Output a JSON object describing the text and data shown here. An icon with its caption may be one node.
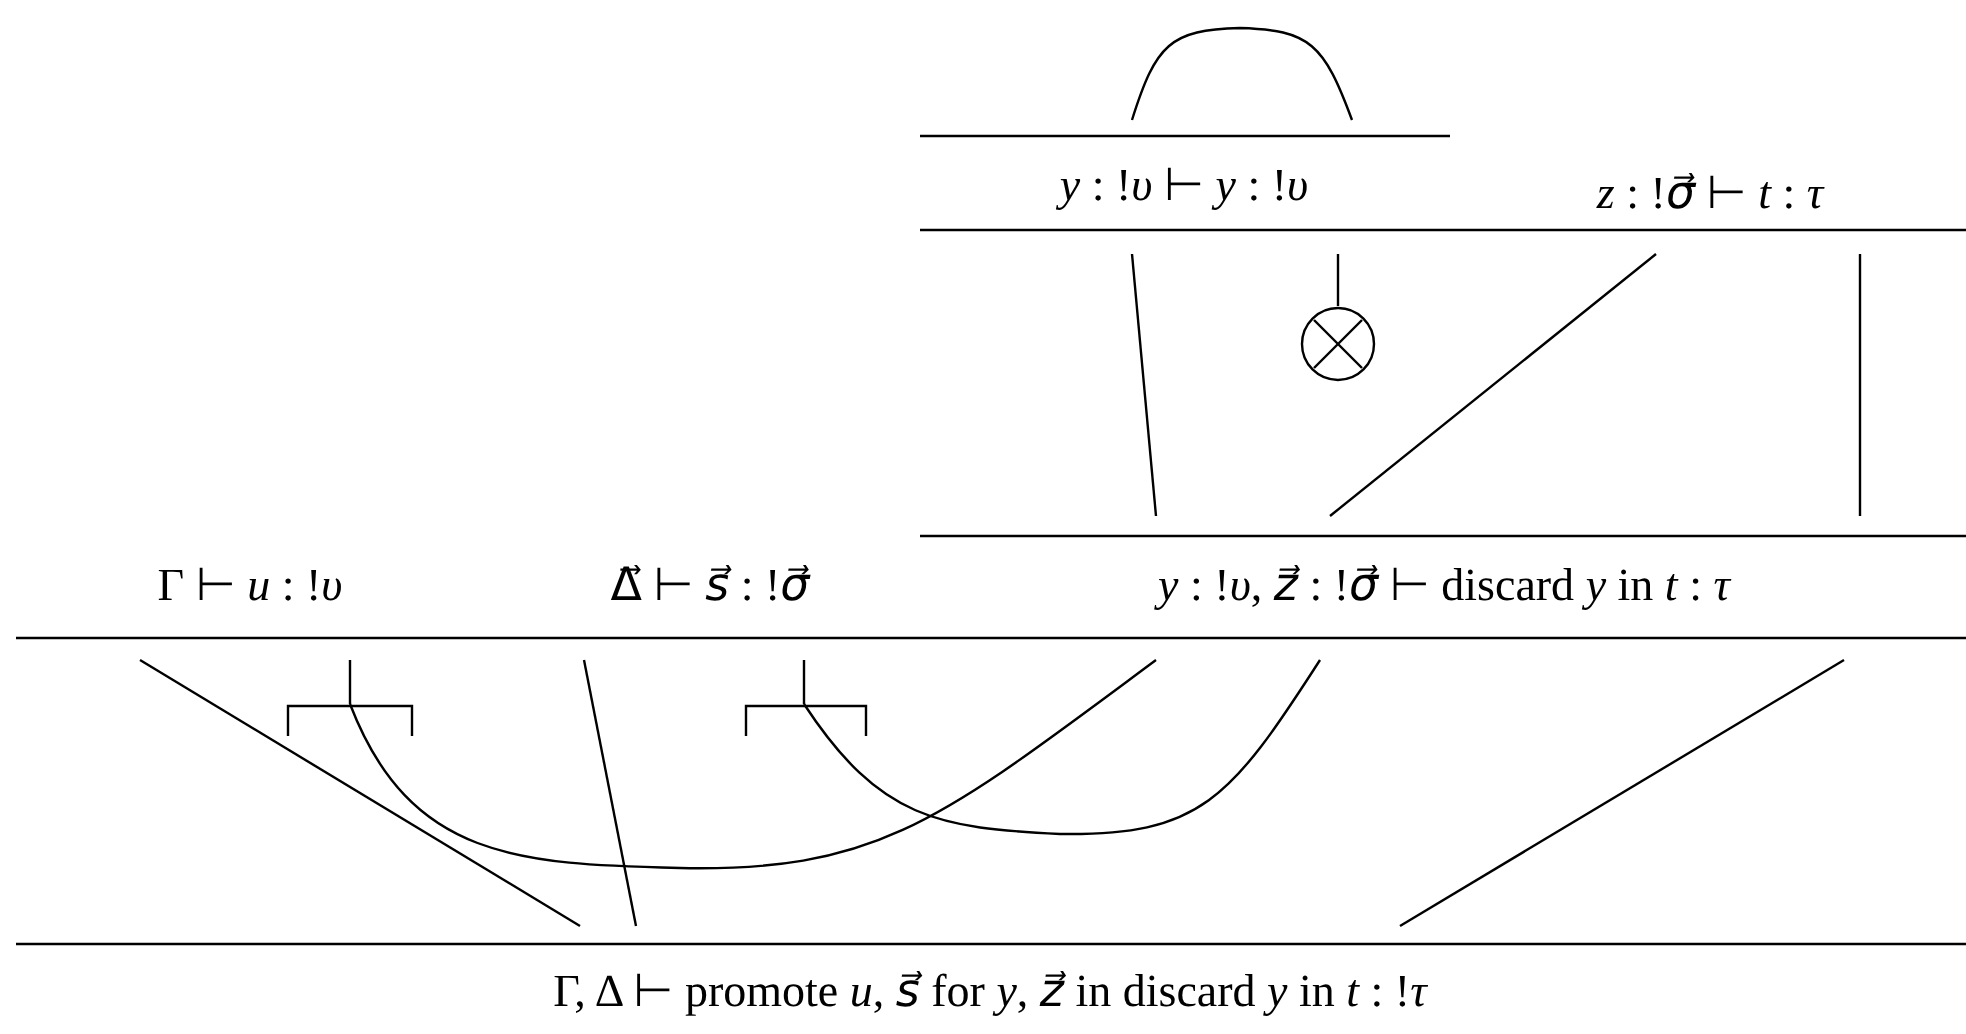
{
  "diagram": {
    "nodes": [
      {
        "text": [
          "*y* : !*υ* ⊢ *y* : !*υ*"
        ]
      },
      {
        "text": [
          "*z* : !*σ⃗* ⊢ *t* : *τ*"
        ]
      },
      {
        "text": [
          "Γ ⊢ *u* : !*υ*"
        ]
      },
      {
        "text": [
          "Δ⃗ ⊢ *s⃗* : !*σ⃗*"
        ]
      },
      {
        "text": [
          "*y* : !*υ*, *z⃗* : !*σ⃗* ⊢ discard *y* in *t* : *τ*"
        ]
      },
      {
        "text": [
          "Γ, Δ ⊢ promote *u*, *s⃗* for *y*, *z⃗* in discard *y* in *t* : !*τ*"
        ]
      },
      {
        "text": [],
        "shape": "circle"
      },
      {
        "text": [],
        "shape": "bracket"
      },
      {
        "text": [],
        "shape": "bracket"
      }
    ],
    "edges": [
      {
        "from": 0,
        "to": 0,
        "arrow": "none"
      },
      {
        "from": 0,
        "to": 4,
        "arrow": "none"
      },
      {
        "from": 0,
        "to": 6,
        "arrow": "none"
      },
      {
        "from": 1,
        "to": 4,
        "arrow": "none"
      },
      {
        "from": 1,
        "to": 4,
        "arrow": "none"
      },
      {
        "from": 2,
        "to": 5,
        "arrow": "none"
      },
      {
        "from": 2,
        "to": 7,
        "arrow": "none"
      },
      {
        "from": 7,
        "to": 4,
        "arrow": "none"
      },
      {
        "from": 3,
        "to": 5,
        "arrow": "none"
      },
      {
        "from": 3,
        "to": 8,
        "arrow": "none"
      },
      {
        "from": 8,
        "to": 4,
        "arrow": "none"
      },
      {
        "from": 4,
        "to": 5,
        "arrow": "none"
      }
    ]
  }
}
